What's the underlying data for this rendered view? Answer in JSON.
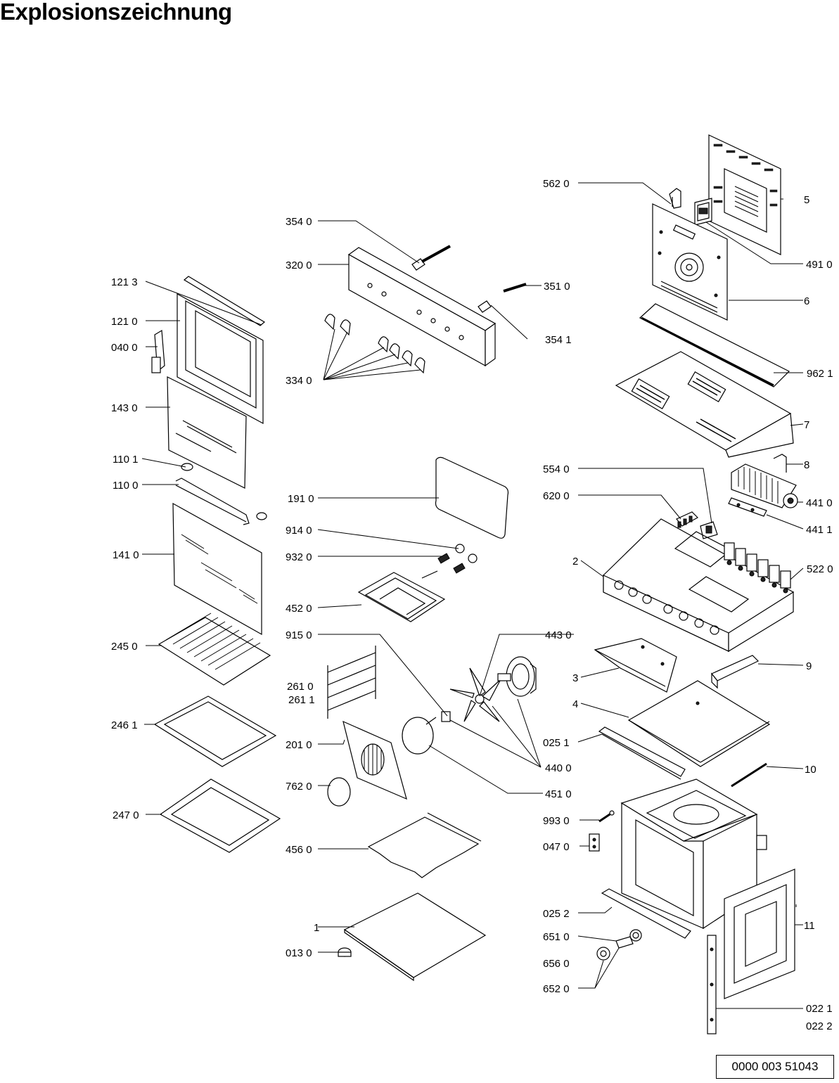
{
  "title": "Explosionszeichnung",
  "document_number": "0000 003 51043",
  "labels": {
    "l5620": "562 0",
    "l3540": "354 0",
    "l3200": "320 0",
    "l1213": "121 3",
    "l1210": "121 0",
    "l0400": "040 0",
    "l1430": "143 0",
    "l1101": "110 1",
    "l1100": "110 0",
    "l1410": "141 0",
    "l2450": "245 0",
    "l2461": "246 1",
    "l2470": "247 0",
    "l3340": "334 0",
    "l3510": "351 0",
    "l3541": "354 1",
    "l1910": "191 0",
    "l9140": "914 0",
    "l9320": "932 0",
    "l4520": "452 0",
    "l9150": "915 0",
    "l2610": "261 0",
    "l2611": "261 1",
    "l2010": "201 0",
    "l7620": "762 0",
    "l4560": "456 0",
    "l1": "1",
    "l0130": "013 0",
    "l5": "5",
    "l4910": "491 0",
    "l6": "6",
    "l9621": "962 1",
    "l7": "7",
    "l8": "8",
    "l5540": "554 0",
    "l6200": "620 0",
    "l4410": "441 0",
    "l4411": "441 1",
    "l2": "2",
    "l5220": "522 0",
    "l4430": "443 0",
    "l9": "9",
    "l3": "3",
    "l4": "4",
    "l0251": "025 1",
    "l4400": "440 0",
    "l4510": "451 0",
    "l10": "10",
    "l9930": "993 0",
    "l0470": "047 0",
    "l0252": "025 2",
    "l11": "11",
    "l6510": "651 0",
    "l6560": "656 0",
    "l6520": "652 0",
    "l0221": "022 1",
    "l0222": "022 2"
  }
}
